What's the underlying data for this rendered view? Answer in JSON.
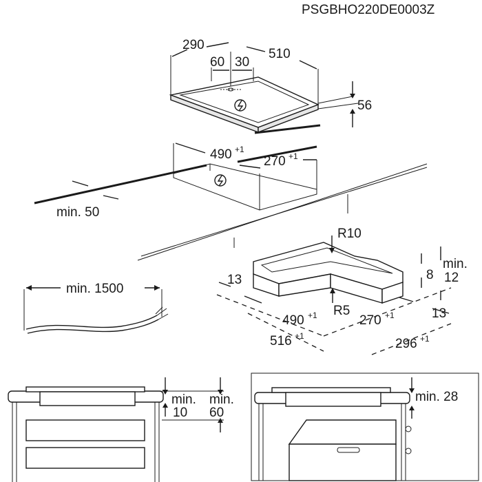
{
  "document_code": "PSGBHO220DE0003Z",
  "top_view": {
    "dim_width_left": "290",
    "dim_width_right": "510",
    "dim_offset_a": "60",
    "dim_offset_b": "30",
    "dim_height": "56"
  },
  "cutout": {
    "width": "490",
    "width_tol": "+1",
    "depth": "270",
    "depth_tol": "+1",
    "min_front": "min. 50"
  },
  "cable": {
    "min_length": "min. 1500"
  },
  "frame_detail": {
    "radius_outer": "R10",
    "radius_inner": "R5",
    "edge_left": "13",
    "edge_right": "13",
    "rebate_depth": "8",
    "min_label": "min.",
    "min_value": "12",
    "inner_width": "490",
    "inner_width_tol": "+1",
    "inner_depth": "270",
    "inner_depth_tol": "+1",
    "outer_width": "516",
    "outer_width_tol": "+1",
    "outer_depth": "296",
    "outer_depth_tol": "+1"
  },
  "section_left": {
    "min_label_1": "min.",
    "min_value_1": "10",
    "min_label_2": "min.",
    "min_value_2": "60"
  },
  "section_right": {
    "min_text": "min. 28"
  },
  "icons": [
    "power-lightning-icon"
  ]
}
